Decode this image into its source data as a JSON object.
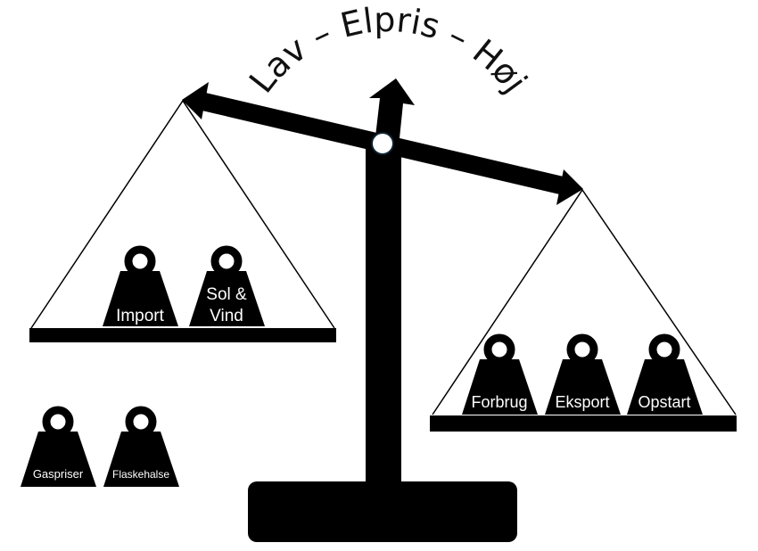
{
  "title": "Lav – Elpris – Høj",
  "left_pan": {
    "weights": [
      {
        "lines": [
          "Import"
        ]
      },
      {
        "lines": [
          "Sol &",
          "Vind"
        ]
      }
    ]
  },
  "right_pan": {
    "weights": [
      {
        "lines": [
          "Forbrug"
        ]
      },
      {
        "lines": [
          "Eksport"
        ]
      },
      {
        "lines": [
          "Opstart"
        ]
      }
    ]
  },
  "loose_weights": [
    {
      "lines": [
        "Gaspriser"
      ]
    },
    {
      "lines": [
        "Flaskehalse"
      ]
    }
  ],
  "colors": {
    "ink": "#000000",
    "background": "#ffffff"
  }
}
